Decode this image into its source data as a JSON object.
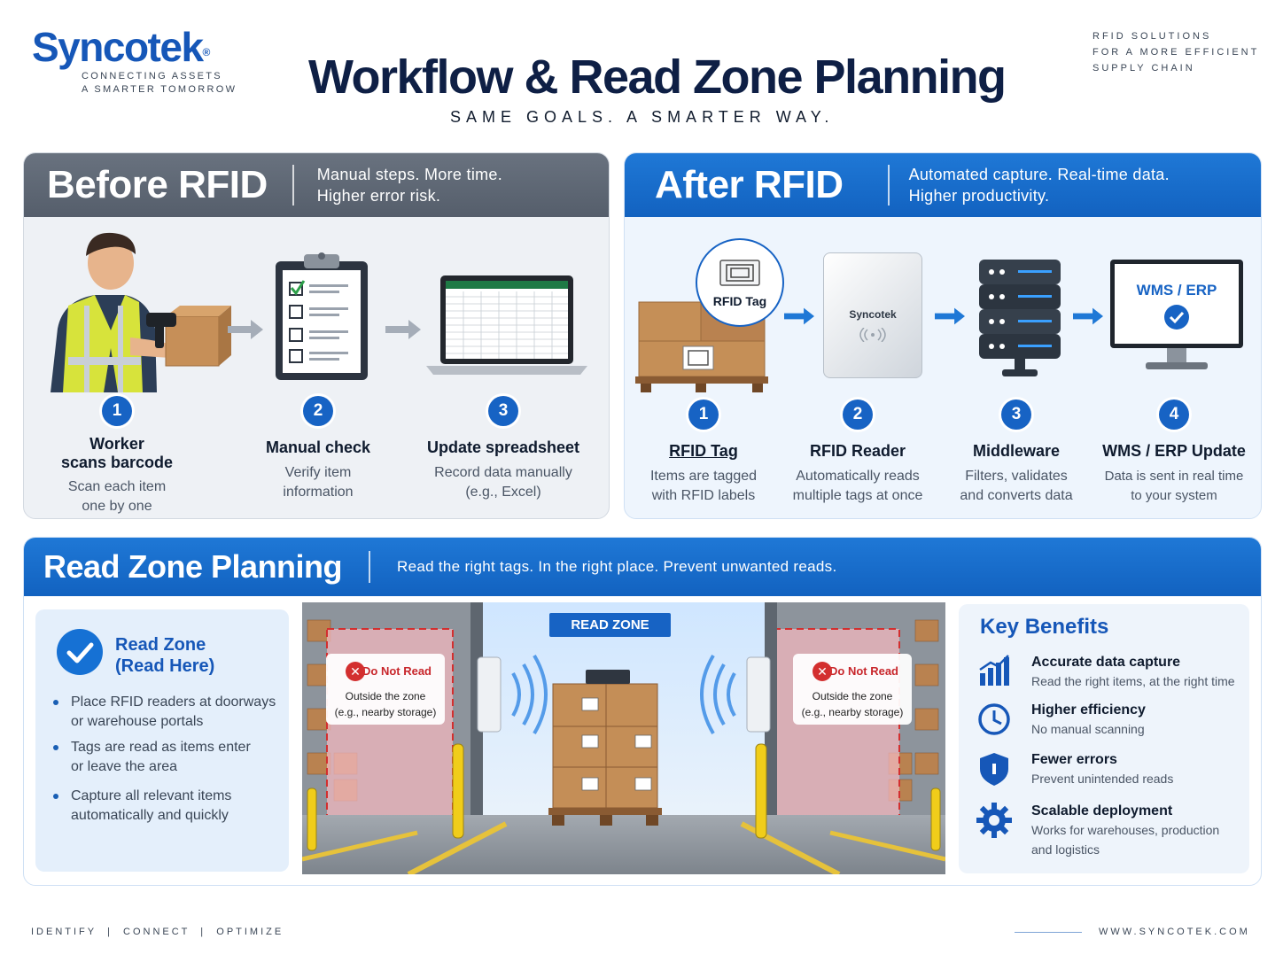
{
  "brand": {
    "name": "Syncotek",
    "mark": "®",
    "tagline_1": "CONNECTING ASSETS",
    "tagline_2": "A SMARTER TOMORROW"
  },
  "header": {
    "title": "Workflow & Read Zone Planning",
    "subtitle": "SAME GOALS. A SMARTER WAY."
  },
  "top_right": {
    "line_1": "RFID SOLUTIONS",
    "line_2": "FOR A MORE EFFICIENT",
    "line_3": "SUPPLY CHAIN"
  },
  "before": {
    "title": "Before RFID",
    "sub_1": "Manual steps. More time.",
    "sub_2": "Higher error risk.",
    "steps": [
      {
        "num": "1",
        "title_1": "Worker",
        "title_2": "scans barcode",
        "desc_1": "Scan each item",
        "desc_2": "one by one"
      },
      {
        "num": "2",
        "title_1": "Manual check",
        "desc_1": "Verify item",
        "desc_2": "information"
      },
      {
        "num": "3",
        "title_1": "Update spreadsheet",
        "desc_1": "Record data manually",
        "desc_2": "(e.g., Excel)"
      }
    ]
  },
  "after": {
    "title": "After RFID",
    "sub_1": "Automated capture. Real-time data.",
    "sub_2": "Higher productivity.",
    "tag_bubble": "RFID Tag",
    "reader_brand": "Syncotek",
    "monitor_label": "WMS / ERP",
    "steps": [
      {
        "num": "1",
        "title": "RFID Tag",
        "desc_1": "Items are tagged",
        "desc_2": "with RFID labels"
      },
      {
        "num": "2",
        "title": "RFID Reader",
        "desc_1": "Automatically reads",
        "desc_2": "multiple tags at once"
      },
      {
        "num": "3",
        "title": "Middleware",
        "desc_1": "Filters, validates",
        "desc_2": "and converts data"
      },
      {
        "num": "4",
        "title": "WMS / ERP Update",
        "desc_1": "Data is sent in real time",
        "desc_2": "to your system"
      }
    ]
  },
  "readzone": {
    "title": "Read Zone Planning",
    "subtitle": "Read the right tags. In the right place. Prevent unwanted reads.",
    "left_title_1": "Read Zone",
    "left_title_2": "(Read Here)",
    "bullets": [
      {
        "line_1": "Place RFID readers at doorways",
        "line_2": "or warehouse portals"
      },
      {
        "line_1": "Tags are read as items enter",
        "line_2": "or leave the area"
      },
      {
        "line_1": "Capture all relevant items",
        "line_2": "automatically and quickly"
      }
    ],
    "badge": "READ ZONE",
    "do_not_read": "Do Not Read",
    "outside_1": "Outside the zone",
    "outside_2": "(e.g., nearby storage)",
    "benefits_title": "Key Benefits",
    "benefits": [
      {
        "icon": "chart-icon",
        "name": "Accurate data capture",
        "desc_1": "Read the right items, at the right time"
      },
      {
        "icon": "clock-icon",
        "name": "Higher efficiency",
        "desc_1": "No manual scanning"
      },
      {
        "icon": "shield-icon",
        "name": "Fewer errors",
        "desc_1": "Prevent unintended reads"
      },
      {
        "icon": "gear-icon",
        "name": "Scalable deployment",
        "desc_1": "Works for warehouses, production",
        "desc_2": "and logistics"
      }
    ]
  },
  "footer": {
    "left": "IDENTIFY  |  CONNECT  |  OPTIMIZE",
    "right": "WWW.SYNCOTEK.COM"
  },
  "colors": {
    "brand_blue": "#1657b8",
    "header_blue": "#1262c0",
    "before_gray": "#5d6673",
    "alert_red": "#d32f2f"
  }
}
